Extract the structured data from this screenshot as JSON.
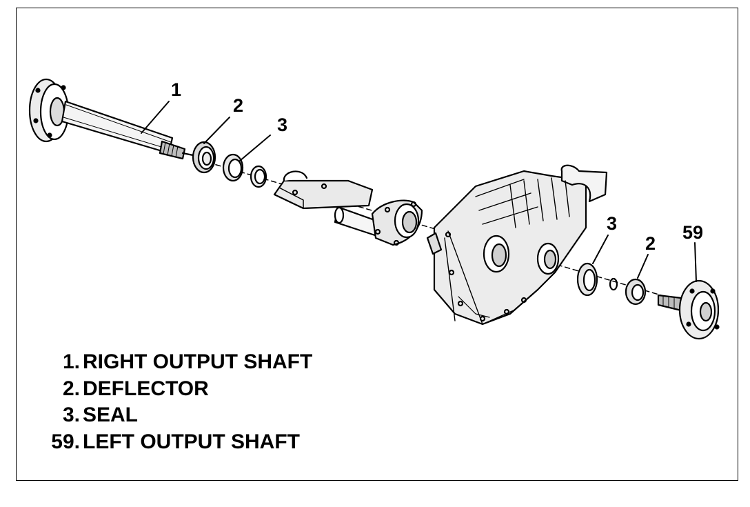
{
  "callouts": {
    "right_output_shaft": "1",
    "deflector_right": "2",
    "seal_right": "3",
    "seal_left": "3",
    "deflector_left": "2",
    "left_output_shaft": "59"
  },
  "legend": [
    {
      "number": "1.",
      "name": "RIGHT OUTPUT SHAFT"
    },
    {
      "number": "2.",
      "name": "DEFLECTOR"
    },
    {
      "number": "3.",
      "name": "SEAL"
    },
    {
      "number": "59.",
      "name": "LEFT OUTPUT SHAFT"
    }
  ]
}
